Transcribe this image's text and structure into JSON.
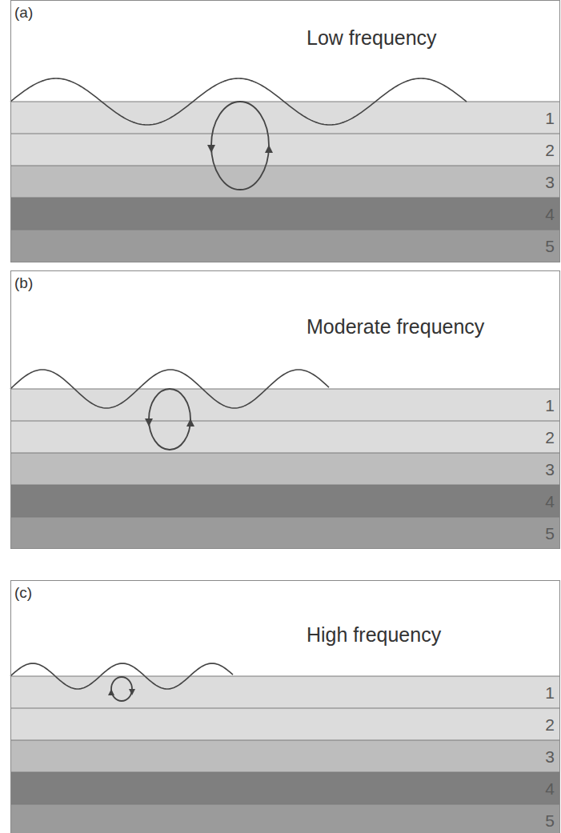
{
  "diagram": {
    "nodes": [
      {
        "text": [
          "(a)",
          "Low frequency"
        ]
      },
      {
        "text": [
          "1"
        ],
        "in": 0
      },
      {
        "text": [
          "2"
        ],
        "in": 0
      },
      {
        "text": [
          "3"
        ],
        "in": 0
      },
      {
        "text": [
          "4"
        ],
        "in": 0
      },
      {
        "text": [
          "5"
        ],
        "in": 0
      },
      {
        "text": [
          "(b)",
          "Moderate frequency"
        ]
      },
      {
        "text": [
          "1"
        ],
        "in": 6
      },
      {
        "text": [
          "2"
        ],
        "in": 6
      },
      {
        "text": [
          "3"
        ],
        "in": 6
      },
      {
        "text": [
          "4"
        ],
        "in": 6
      },
      {
        "text": [
          "5"
        ],
        "in": 6
      },
      {
        "text": [
          "(c)",
          "High frequency"
        ]
      },
      {
        "text": [
          "1"
        ],
        "in": 12
      },
      {
        "text": [
          "2"
        ],
        "in": 12
      },
      {
        "text": [
          "3"
        ],
        "in": 12
      },
      {
        "text": [
          "4"
        ],
        "in": 12
      },
      {
        "text": [
          "5"
        ],
        "in": 12
      }
    ]
  }
}
